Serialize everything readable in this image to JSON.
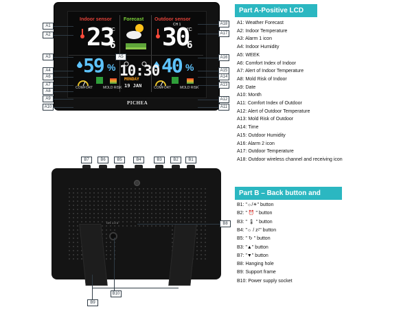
{
  "front": {
    "indoor_title": "Indoor sensor",
    "forecast_title": "Forecast",
    "outdoor_title": "Outdoor sensor",
    "indoor_temp": "23",
    "indoor_temp_dec": "6",
    "outdoor_temp": "30",
    "outdoor_temp_dec": "6",
    "unit": "°C",
    "channel": "CH 1",
    "indoor_humidity": "59",
    "outdoor_humidity": "40",
    "percent": "%",
    "time": "10:30",
    "weekday": "MONDAY",
    "date": "19 JAN",
    "comfort": "COMFORT",
    "mold_risk": "MOLD RISK",
    "brand": "PICHEA"
  },
  "callouts_front_left": [
    "A1",
    "A2",
    "A3",
    "A4",
    "A6",
    "A7",
    "A8",
    "A9",
    "A10"
  ],
  "callouts_front_right": [
    "A18",
    "A17",
    "A16",
    "A15",
    "A14",
    "A13",
    "A12",
    "A11"
  ],
  "part_a": {
    "title": "Part A-Positive LCD",
    "items": [
      "A1: Weather Forecast",
      "A2: Indoor Temperature",
      "A3: Alarm 1 icon",
      "A4: Indoor Humidity",
      "A5: WEEK",
      "A6: Comfort Index of Indoor",
      "A7: Alert of Indoor Temperature",
      "A8: Mold Risk of Indoor",
      "A9: Date",
      "A10: Month",
      "A11: Comfort Index of Outdoor",
      "A12: Alert of Outdoor Temperature",
      "A13: Mold Risk of Outdoor",
      "A14: Time",
      "A15: Outdoor Humidity",
      "A16: Alarm 2 icon",
      "A17: Outdoor Temperature",
      "A18: Outdoor wireless channel and receiving icon"
    ]
  },
  "callouts_back_top": [
    "B7",
    "B6",
    "B5",
    "B4",
    "B3",
    "B2",
    "B1"
  ],
  "callouts_back_other": {
    "b8": "B8",
    "b9": "B9",
    "b10": "B10"
  },
  "part_b": {
    "title": "Part B – Back button and power",
    "items": [
      "B1: \"☼/☀\" button",
      "B2: \" ⏰ \" button",
      "B3: \" 🌡 \" button",
      "B4: \"☼ / zᶻ\" button",
      "B5: \" ↻ \" button",
      "B3: \"▲\" button",
      "B7: \"▼\" button",
      "B8: Hanging hole",
      "B9: Support frame",
      "B10: Power supply socket"
    ]
  },
  "back": {
    "switch_label": "CH. 1 2 3"
  },
  "colors": {
    "accent": "#2bb7c1",
    "indoor_title": "#e2433a",
    "forecast_title": "#7fd63a",
    "outdoor_title": "#e2433a",
    "humidity": "#5ec4ff"
  }
}
